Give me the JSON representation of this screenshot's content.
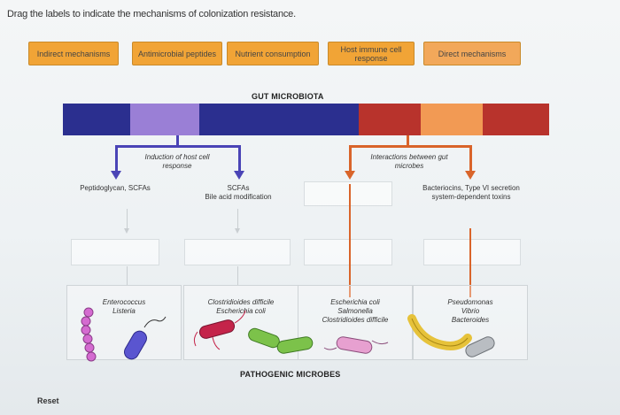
{
  "instruction": "Drag the labels to indicate the mechanisms of colonization resistance.",
  "labels": [
    "Indirect mechanisms",
    "Antimicrobial peptides",
    "Nutrient consumption",
    "Host immune cell response",
    "Direct mechanisms"
  ],
  "gut_heading": "GUT MICROBIOTA",
  "gut_bar_colors": [
    "#2b2f8f",
    "#2b2f8f",
    "#9a7fd6",
    "#2b2f8f",
    "#2b2f8f",
    "#b8332c",
    "#f29a54",
    "#b8332c"
  ],
  "accent_colors": {
    "purple": "#4a44b6",
    "orange": "#d9642a",
    "label": "#f1a436"
  },
  "left_caption": "Induction of host cell response",
  "right_caption": "Interactions between gut microbes",
  "mechanisms": {
    "col1": "Peptidoglycan, SCFAs",
    "col2": "SCFAs\nBile acid modification",
    "col4": "Bacteriocins, Type VI secretion system-dependent toxins"
  },
  "pathogens": {
    "col1": "Enterococcus\nListeria",
    "col2": "Clostridioides difficile\nEscherichia coli",
    "col3": "Escherichia coli\nSalmonella\nClostridioides difficile",
    "col4": "Pseudomonas\nVibrio\nBacteroides"
  },
  "pathogen_heading": "PATHOGENIC MICROBES",
  "reset_label": "Reset"
}
